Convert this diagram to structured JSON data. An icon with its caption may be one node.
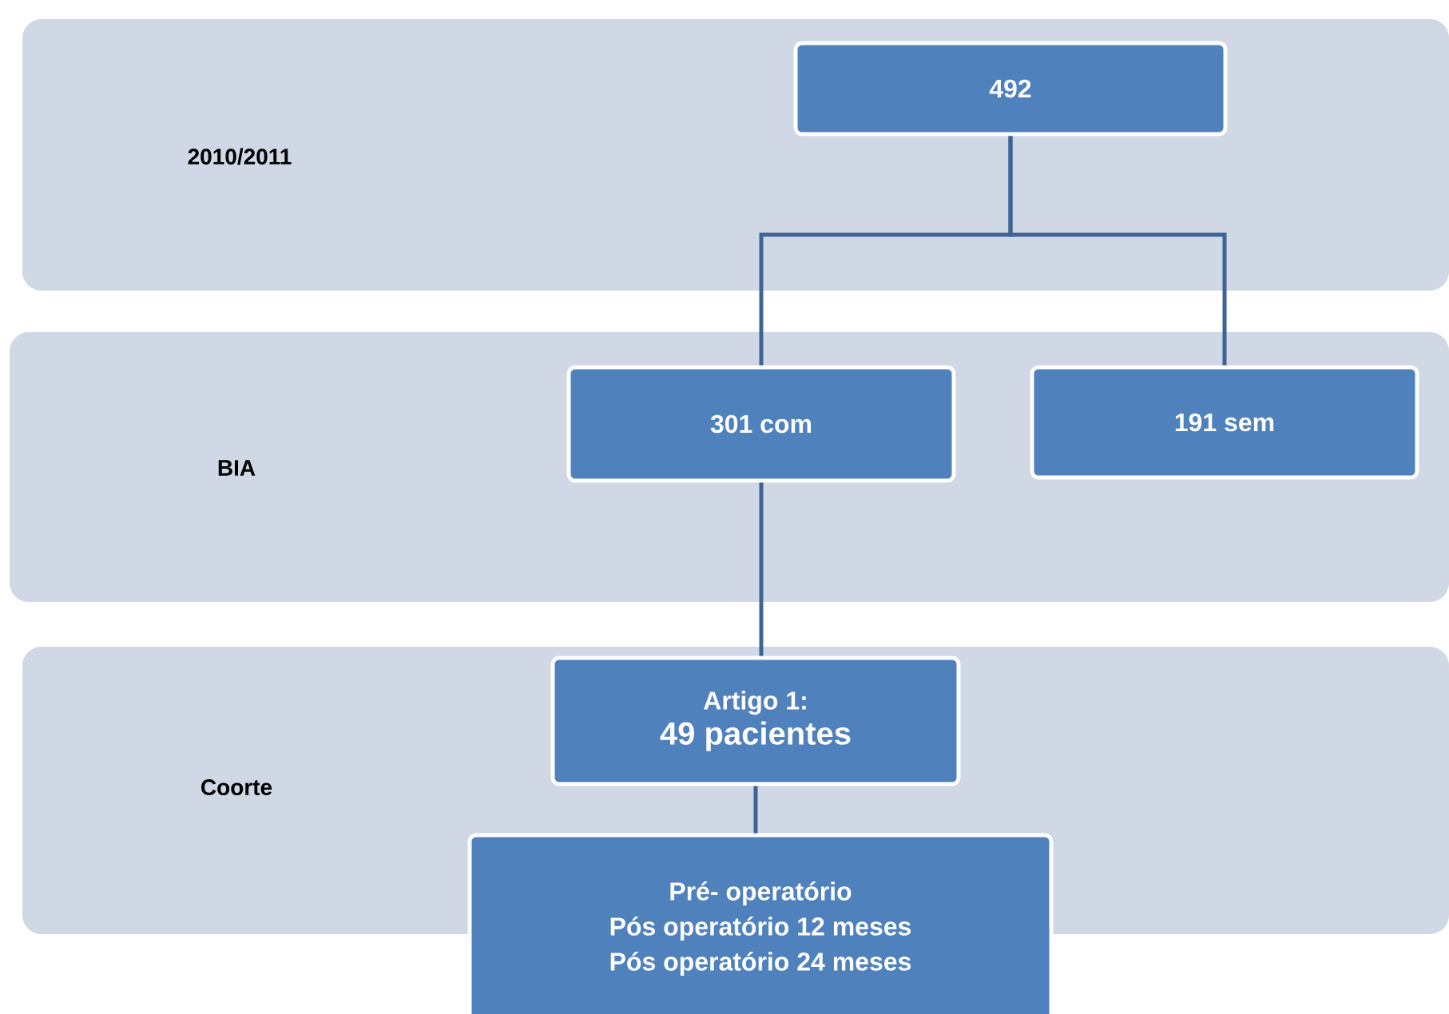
{
  "diagram": {
    "nodes": [
      {
        "text": [
          "2010/2011"
        ]
      },
      {
        "text": [
          "492"
        ],
        "in": 0
      },
      {
        "text": [
          "BIA"
        ]
      },
      {
        "text": [
          "301 com"
        ],
        "in": 2
      },
      {
        "text": [
          "191 sem"
        ],
        "in": 2
      },
      {
        "text": [
          "Coorte"
        ]
      },
      {
        "text": [
          "Artigo 1:",
          "49 pacientes"
        ],
        "in": 5
      },
      {
        "text": [
          "Pré- operatório",
          "Pós operatório 12 meses",
          "Pós operatório 24 meses"
        ]
      }
    ],
    "edges": [
      {
        "from": 1,
        "to": 3,
        "arrow": "none"
      },
      {
        "from": 1,
        "to": 4,
        "arrow": "none"
      },
      {
        "from": 3,
        "to": 6,
        "arrow": "none"
      },
      {
        "from": 6,
        "to": 7,
        "arrow": "none"
      }
    ]
  }
}
